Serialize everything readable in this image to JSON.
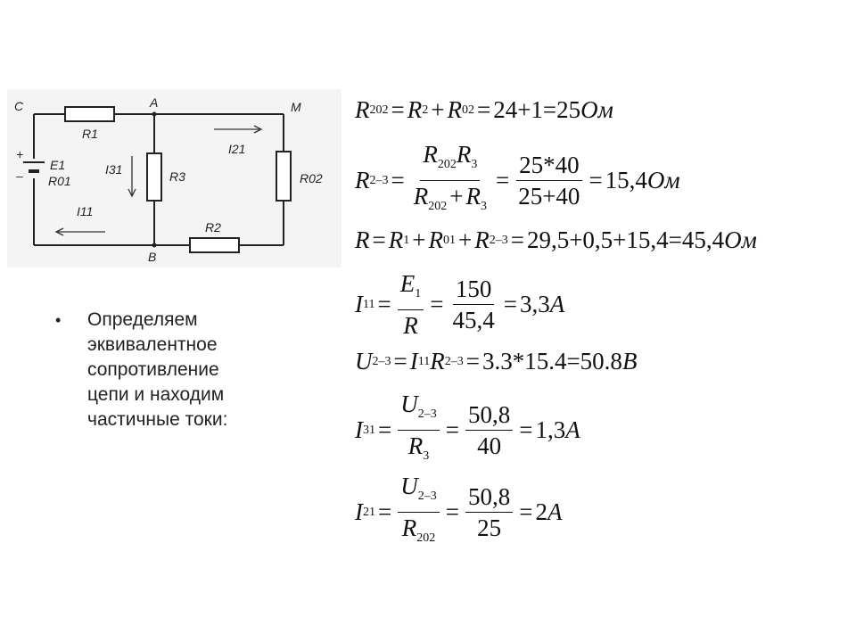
{
  "circuit": {
    "nodes": {
      "C": "C",
      "A": "A",
      "M": "M",
      "B": "B"
    },
    "labels": {
      "R1": "R1",
      "R2": "R2",
      "R3": "R3",
      "R02": "R02",
      "E1": "E1",
      "R01": "R01",
      "I31": "I31",
      "I21": "I21",
      "I11": "I11",
      "plus": "+",
      "minus": "–"
    }
  },
  "bullet": {
    "lines": [
      "Определяем",
      "эквивалентное",
      "сопротивление",
      "цепи и находим",
      "частичные токи:"
    ]
  },
  "equations": {
    "eq1": {
      "lhs": "R",
      "lhs_sub": "202",
      "r2": "R",
      "r2_sub": "2",
      "r02": "R",
      "r02_sub": "02",
      "rhs": "24+1=25",
      "unit": "Ом"
    },
    "eq2": {
      "lhs": "R",
      "lhs_sub": "2–3",
      "num": "R",
      "num_sub1": "202",
      "num2": "R",
      "num_sub2": "3",
      "den1": "R",
      "den_sub1": "202",
      "den2": "R",
      "den_sub2": "3",
      "num_val": "25*40",
      "den_val": "25+40",
      "rhs": "15,4",
      "unit": "Ом"
    },
    "eq3": {
      "lhs": "R",
      "r1": "R",
      "r1_sub": "1",
      "r01": "R",
      "r01_sub": "01",
      "r23": "R",
      "r23_sub": "2–3",
      "rhs": "29,5+0,5+15,4=45,4",
      "unit": "Ом"
    },
    "eq4": {
      "lhs": "I",
      "lhs_sub": "11",
      "num": "E",
      "num_sub": "1",
      "den": "R",
      "num_val": "150",
      "den_val": "45,4",
      "rhs": "3,3",
      "unit": "A"
    },
    "eq5": {
      "lhs": "U",
      "lhs_sub": "2–3",
      "i": "I",
      "i_sub": "11",
      "r": "R",
      "r_sub": "2–3",
      "rhs": "3.3*15.4=50.8",
      "unit": "B"
    },
    "eq6": {
      "lhs": "I",
      "lhs_sub": "31",
      "num": "U",
      "num_sub": "2–3",
      "den": "R",
      "den_sub": "3",
      "num_val": "50,8",
      "den_val": "40",
      "rhs": "1,3",
      "unit": "A"
    },
    "eq7": {
      "lhs": "I",
      "lhs_sub": "21",
      "num": "U",
      "num_sub": "2–3",
      "den": "R",
      "den_sub": "202",
      "num_val": "50,8",
      "den_val": "25",
      "rhs": "2",
      "unit": "A"
    }
  }
}
